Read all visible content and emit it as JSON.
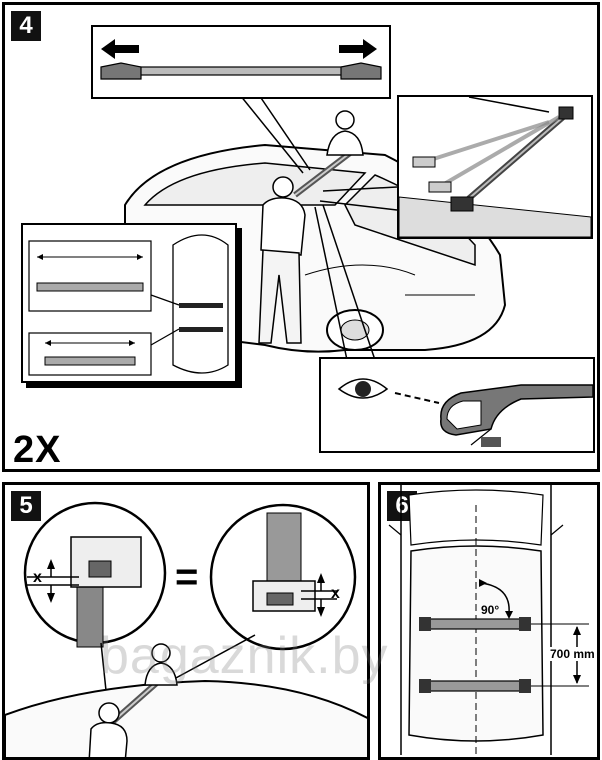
{
  "steps": {
    "step4": {
      "number": "4",
      "multiplier": "2X"
    },
    "step5": {
      "number": "5",
      "gap_label_left": "x",
      "gap_label_right": "x",
      "equals": "="
    },
    "step6": {
      "number": "6",
      "angle": "90°",
      "distance": "700 mm"
    }
  },
  "watermark": {
    "text": "bagaznik.by"
  },
  "colors": {
    "ink": "#000000",
    "metal": "#9a9a9a",
    "dark": "#333333"
  }
}
